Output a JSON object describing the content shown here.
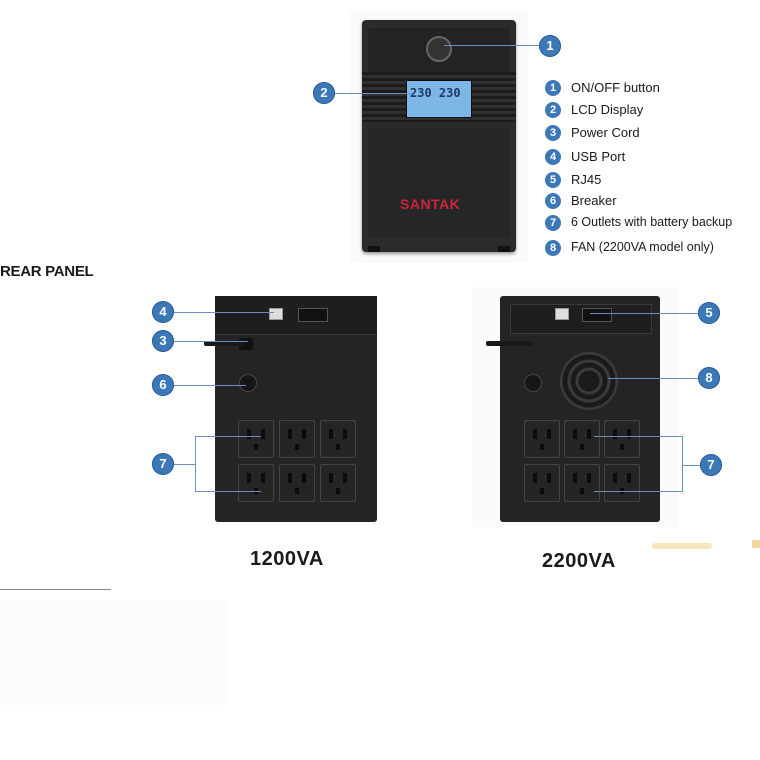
{
  "legend": [
    {
      "num": "1",
      "label": "ON/OFF button"
    },
    {
      "num": "2",
      "label": "LCD Display"
    },
    {
      "num": "3",
      "label": "Power Cord"
    },
    {
      "num": "4",
      "label": "USB Port"
    },
    {
      "num": "5",
      "label": "RJ45"
    },
    {
      "num": "6",
      "label": "Breaker"
    },
    {
      "num": "7",
      "label": "6 Outlets with battery backup"
    },
    {
      "num": "8",
      "label": "FAN (2200VA model only)"
    }
  ],
  "section_title": "REAR PANEL",
  "brand": "SANTAK",
  "lcd_text": "230 230",
  "callouts": {
    "c1": "1",
    "c2": "2",
    "c3": "3",
    "c4": "4",
    "c5": "5",
    "c6": "6",
    "c7a": "7",
    "c7b": "7",
    "c8": "8"
  },
  "models": {
    "small": "1200VA",
    "large": "2200VA"
  }
}
